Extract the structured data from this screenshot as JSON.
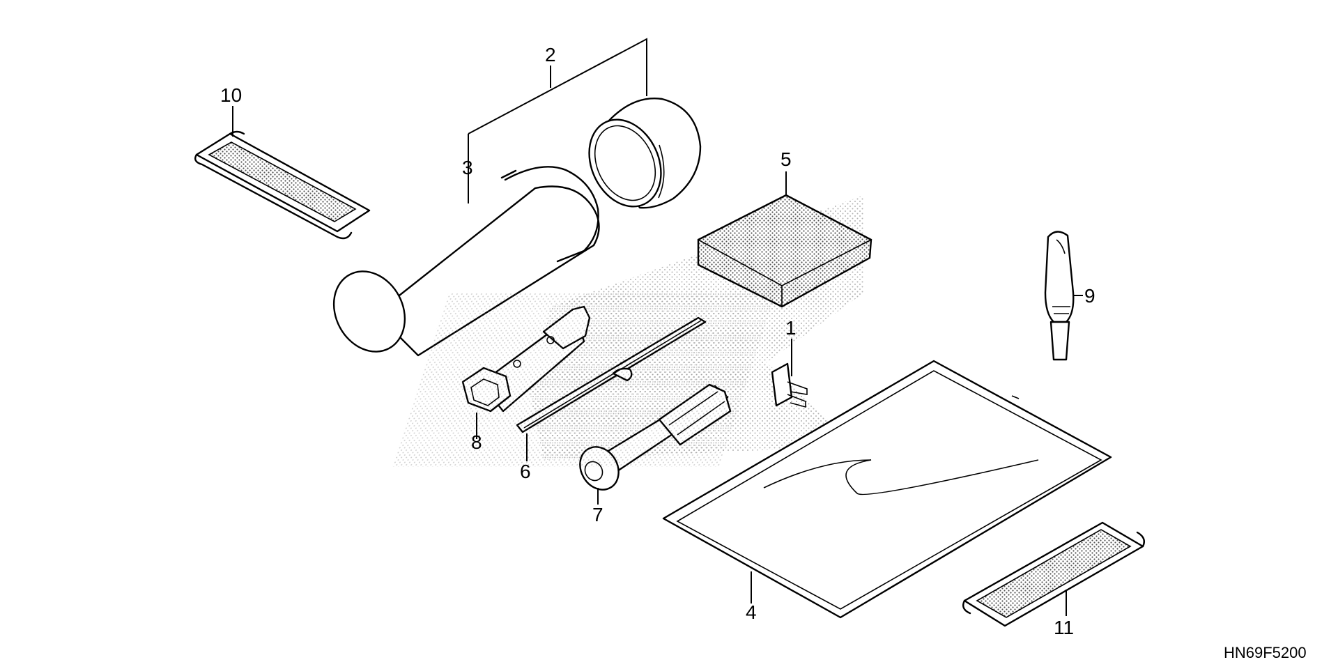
{
  "diagram": {
    "drawing_code": "HN69F5200",
    "callouts": {
      "c1": "1",
      "c2": "2",
      "c3": "3",
      "c4": "4",
      "c5": "5",
      "c6": "6",
      "c7": "7",
      "c8": "8",
      "c9": "9",
      "c10": "10",
      "c11": "11"
    }
  }
}
